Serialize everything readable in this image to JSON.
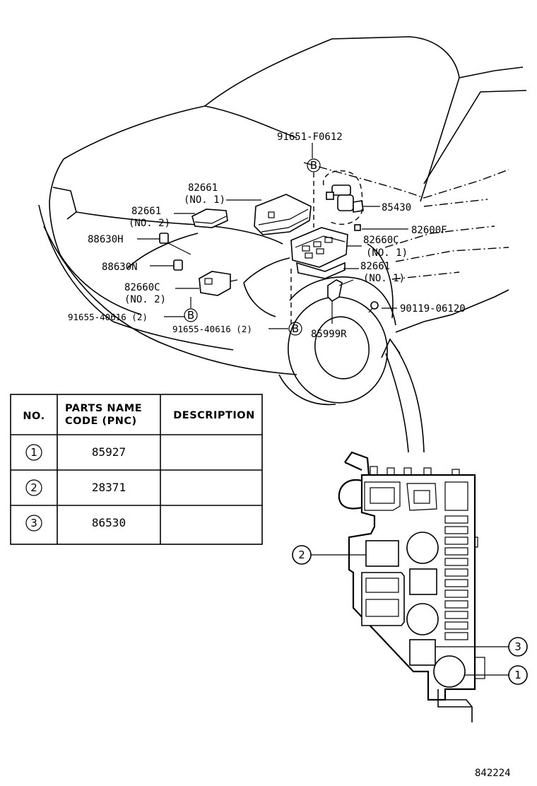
{
  "labels": {
    "p91651": "91651-F0612",
    "p82661_no1_a": "82661",
    "p82661_no1_b": "(NO. 1)",
    "p82661_no2_a": "82661",
    "p82661_no2_b": "(NO. 2)",
    "p85430": "85430",
    "p82600f": "82600F",
    "p88630h": "88630H",
    "p82660c_no1_a": "82660C",
    "p82660c_no1_b": "(NO. 1)",
    "p88630n": "88630N",
    "p82661_no1b_a": "82661",
    "p82661_no1b_b": "(NO. 1)",
    "p82660c_no2_a": "82660C",
    "p82660c_no2_b": "(NO. 2)",
    "p90119": "90119-06120",
    "p91655_left": "91655-40616 (2)",
    "p91655_mid": "91655-40616 (2)",
    "p85999r": "85999R",
    "b_top": "B",
    "b_left": "B",
    "b_mid": "B"
  },
  "callouts": {
    "c1": "1",
    "c2": "2",
    "c3": "3"
  },
  "table": {
    "headers": {
      "no": "NO.",
      "pnc_line1": "PARTS NAME",
      "pnc_line2": "CODE (PNC)",
      "desc": "DESCRIPTION"
    },
    "rows": [
      {
        "no": "1",
        "pnc": "85927",
        "desc": ""
      },
      {
        "no": "2",
        "pnc": "28371",
        "desc": ""
      },
      {
        "no": "3",
        "pnc": "86530",
        "desc": ""
      }
    ]
  },
  "figure_id": "842224"
}
